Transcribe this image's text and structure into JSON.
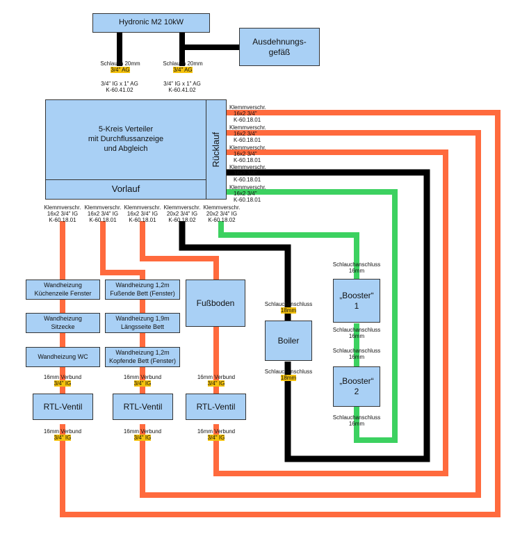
{
  "heater": {
    "label": "Hydronic M2 10kW"
  },
  "expansion_tank": {
    "label": "Ausdehnungs-\ngefäß"
  },
  "top_hoses": [
    {
      "line1": "Schlauch 20mm",
      "line2": "3/4\" AG"
    },
    {
      "line1": "Schlauch 20mm",
      "line2": "3/4\" AG"
    }
  ],
  "top_adapters": [
    {
      "line1": "3/4\" IG x 1\" AG",
      "line2": "K-60.41.02"
    },
    {
      "line1": "3/4\" IG x 1\" AG",
      "line2": "K-60.41.02"
    }
  ],
  "manifold": {
    "label": "5-Kreis Verteiler\nmit Durchflussanzeige\nund Abgleich",
    "supply_label": "Vorlauf",
    "return_label": "Rücklauf"
  },
  "right_fittings": [
    {
      "line1": "Klemmverschr.",
      "line2": "16x2 3/4\"",
      "line3": "K-60.18.01"
    },
    {
      "line1": "Klemmverschr.",
      "line2": "16x2 3/4\"",
      "line3": "K-60.18.01"
    },
    {
      "line1": "Klemmverschr.",
      "line2": "16x2 3/4\"",
      "line3": "K-60.18.01"
    },
    {
      "line1": "Klemmverschr.",
      "line2": "16x2 3/4\"",
      "line3": "K-60.18.01"
    },
    {
      "line1": "Klemmverschr.",
      "line2": "16x2 3/4\"",
      "line3": "K-60.18.01"
    }
  ],
  "bottom_fittings": [
    {
      "line1": "Klemmverschr.",
      "line2": "16x2 3/4\" IG",
      "line3": "K-60.18.01"
    },
    {
      "line1": "Klemmverschr.",
      "line2": "16x2 3/4\" IG",
      "line3": "K-60.18.01"
    },
    {
      "line1": "Klemmverschr.",
      "line2": "16x2 3/4\" IG",
      "line3": "K-60.18.01"
    },
    {
      "line1": "Klemmverschr.",
      "line2": "20x2 3/4\" IG",
      "line3": "K-60.18.02"
    },
    {
      "line1": "Klemmverschr.",
      "line2": "20x2 3/4\" IG",
      "line3": "K-60.18.02"
    }
  ],
  "heaters_col1": [
    {
      "label": "Wandheizung\nKüchenzeile Fenster"
    },
    {
      "label": "Wandheizung\nSitzecke"
    },
    {
      "label": "Wandheizung WC"
    }
  ],
  "heaters_col2": [
    {
      "label": "Wandheizung 1,2m\nFußende Bett (Fenster)"
    },
    {
      "label": "Wandheizung 1,9m\nLängsseite Bett"
    },
    {
      "label": "Wandheizung 1,2m\nKopfende Bett (Fenster)"
    }
  ],
  "floor_heating": {
    "label": "Fußboden"
  },
  "boiler": {
    "label": "Boiler",
    "top_conn": {
      "line1": "Schlauchanschluss",
      "line2": "18mm"
    },
    "bottom_conn": {
      "line1": "Schlauchanschluss",
      "line2": "18mm"
    }
  },
  "booster1": {
    "label": "„Booster“\n1"
  },
  "booster2": {
    "label": "„Booster“\n2"
  },
  "booster_conns": [
    {
      "line1": "Schlauchanschluss",
      "line2": "16mm"
    },
    {
      "line1": "Schlauchanschluss",
      "line2": "16mm"
    },
    {
      "line1": "Schlauchanschluss",
      "line2": "16mm"
    },
    {
      "line1": "Schlauchanschluss",
      "line2": "16mm"
    }
  ],
  "composite_upper": [
    {
      "line1": "16mm Verbund",
      "line2": "3/4\" IG"
    },
    {
      "line1": "16mm Verbund",
      "line2": "3/4\" IG"
    },
    {
      "line1": "16mm Verbund",
      "line2": "3/4\" IG"
    }
  ],
  "valves": [
    {
      "label": "RTL-Ventil"
    },
    {
      "label": "RTL-Ventil"
    },
    {
      "label": "RTL-Ventil"
    }
  ],
  "composite_lower": [
    {
      "line1": "16mm Verbund",
      "line2": "3/4\" IG"
    },
    {
      "line1": "16mm Verbund",
      "line2": "3/4\" IG"
    },
    {
      "line1": "16mm Verbund",
      "line2": "3/4\" IG"
    }
  ],
  "colors": {
    "pipe_orange": "#ff6a3d",
    "pipe_black": "#000000",
    "pipe_green": "#3cd160",
    "box_fill": "#a9d0f5",
    "label_highlight": "#f4c20d"
  }
}
